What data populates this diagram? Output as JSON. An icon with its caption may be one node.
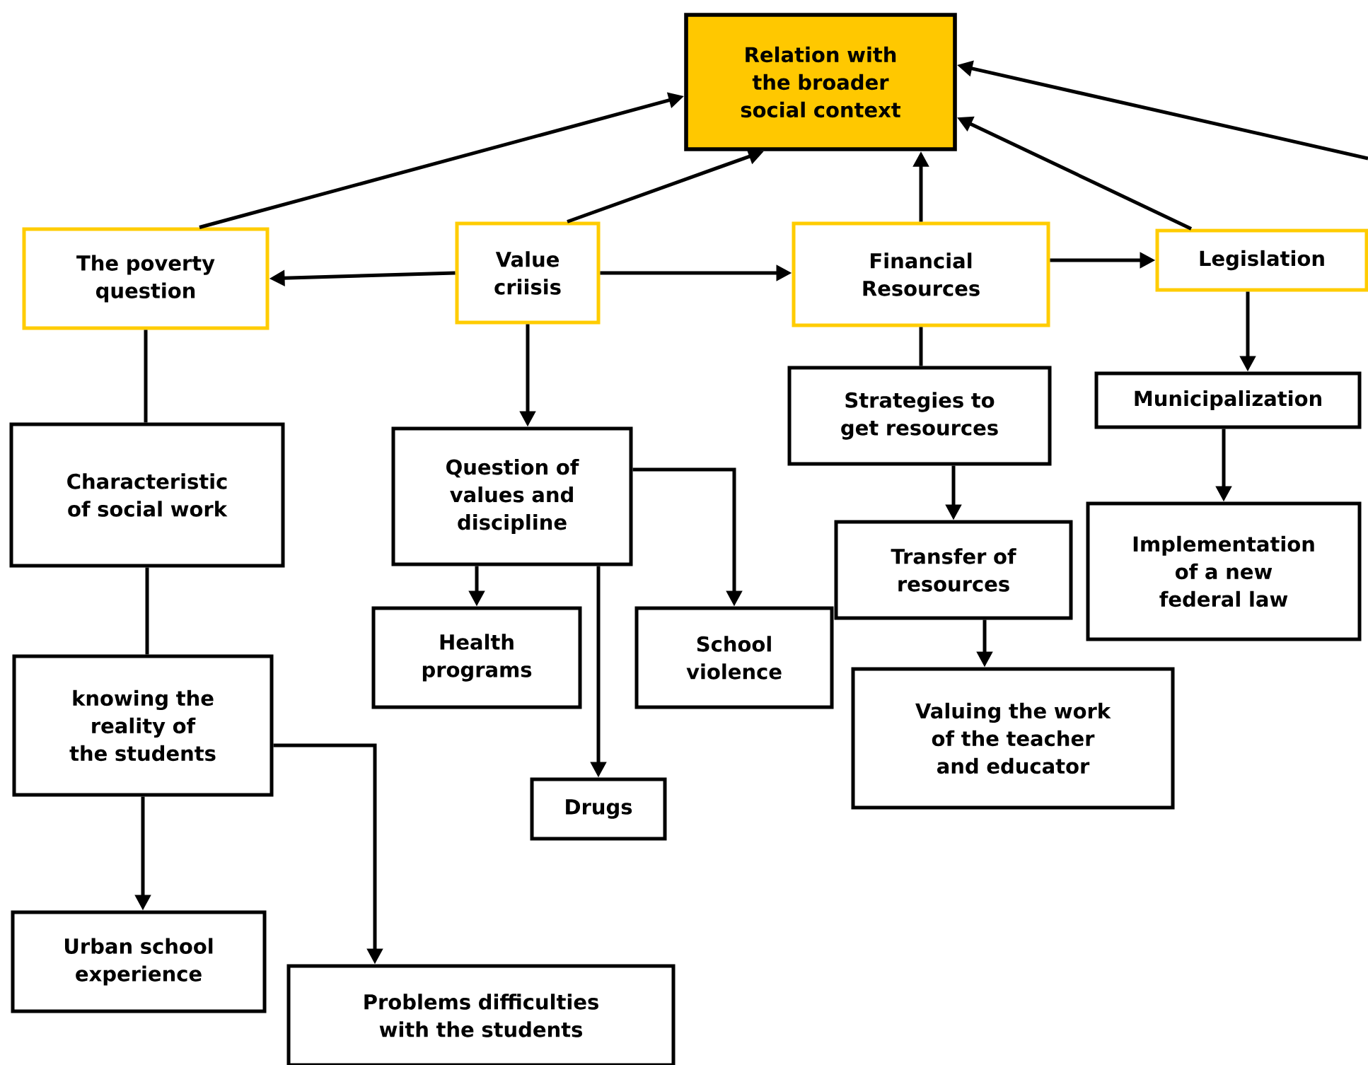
{
  "diagram": {
    "nodes": [
      {
        "text": [
          "Relation with the broader social context"
        ]
      },
      {
        "text": [
          "The poverty question"
        ]
      },
      {
        "text": [
          "Value criisis"
        ]
      },
      {
        "text": [
          "Financial Resources"
        ]
      },
      {
        "text": [
          "Legislation"
        ]
      },
      {
        "text": [
          "Characteristic of social work"
        ]
      },
      {
        "text": [
          "Question of values and discipline"
        ]
      },
      {
        "text": [
          "Strategies to get resources"
        ]
      },
      {
        "text": [
          "Municipalization"
        ]
      },
      {
        "text": [
          "knowing the reality of the students"
        ]
      },
      {
        "text": [
          "Health programs"
        ]
      },
      {
        "text": [
          "School violence"
        ]
      },
      {
        "text": [
          "Transfer of resources"
        ]
      },
      {
        "text": [
          "Implementation of a new federal law"
        ]
      },
      {
        "text": [
          "Valuing the work of the teacher and educator"
        ]
      },
      {
        "text": [
          "Drugs"
        ]
      },
      {
        "text": [
          "Urban school experience"
        ]
      },
      {
        "text": [
          "Problems difficulties with the students"
        ]
      }
    ],
    "edges": [
      {
        "from": 1,
        "to": 0,
        "arrow": "to"
      },
      {
        "from": 2,
        "to": 0,
        "arrow": "to"
      },
      {
        "from": 3,
        "to": 0,
        "arrow": "to"
      },
      {
        "from": 4,
        "to": 0,
        "arrow": "to"
      },
      {
        "from": null,
        "to": 0,
        "arrow": "to"
      },
      {
        "from": 2,
        "to": 1,
        "arrow": "to"
      },
      {
        "from": 2,
        "to": 3,
        "arrow": "to"
      },
      {
        "from": 3,
        "to": 4,
        "arrow": "to"
      },
      {
        "from": 1,
        "to": 5,
        "arrow": "none"
      },
      {
        "from": 5,
        "to": 9,
        "arrow": "none"
      },
      {
        "from": 9,
        "to": 16,
        "arrow": "to"
      },
      {
        "from": 9,
        "to": 17,
        "arrow": "to"
      },
      {
        "from": 2,
        "to": 6,
        "arrow": "to"
      },
      {
        "from": 6,
        "to": 10,
        "arrow": "to"
      },
      {
        "from": 6,
        "to": 11,
        "arrow": "to"
      },
      {
        "from": 6,
        "to": 15,
        "arrow": "to"
      },
      {
        "from": 3,
        "to": 7,
        "arrow": "none"
      },
      {
        "from": 7,
        "to": 12,
        "arrow": "to"
      },
      {
        "from": 12,
        "to": 14,
        "arrow": "to"
      },
      {
        "from": 4,
        "to": 8,
        "arrow": "to"
      },
      {
        "from": 8,
        "to": 13,
        "arrow": "to"
      }
    ]
  }
}
